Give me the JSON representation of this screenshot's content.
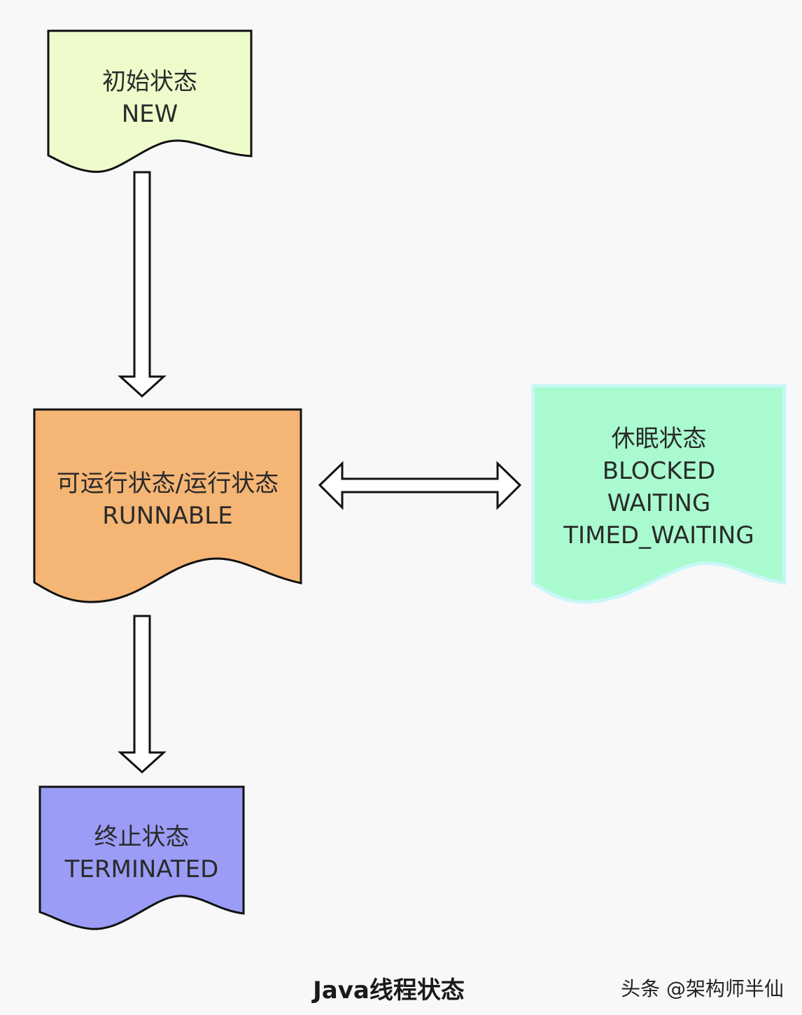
{
  "nodes": {
    "new_state": {
      "line1": "初始状态",
      "line2": "NEW",
      "fill": "#eefccc"
    },
    "runnable_state": {
      "line1": "可运行状态/运行状态",
      "line2": "RUNNABLE",
      "fill": "#f5b574"
    },
    "waiting_state": {
      "line1": "休眠状态",
      "line2": "BLOCKED",
      "line3": "WAITING",
      "line4": "TIMED_WAITING",
      "fill": "#a9fbcf",
      "stroke": "#c8f7f7"
    },
    "terminated_state": {
      "line1": "终止状态",
      "line2": "TERMINATED",
      "fill": "#9a9cf6"
    }
  },
  "caption": "Java线程状态",
  "watermark": "头条 @架构师半仙"
}
